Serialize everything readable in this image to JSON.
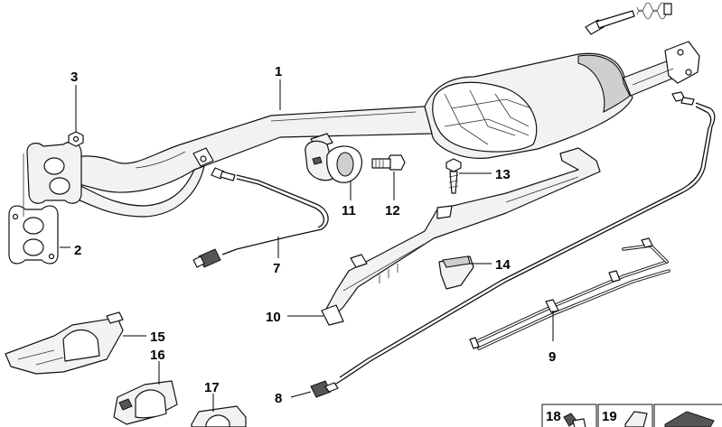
{
  "diagram": {
    "callouts": {
      "c1": "1",
      "c2": "2",
      "c3": "3",
      "c7": "7",
      "c8": "8",
      "c9": "9",
      "c10": "10",
      "c11": "11",
      "c12": "12",
      "c13": "13",
      "c14": "14",
      "c15": "15",
      "c16": "16",
      "c17": "17",
      "c18": "18",
      "c19": "19"
    }
  }
}
